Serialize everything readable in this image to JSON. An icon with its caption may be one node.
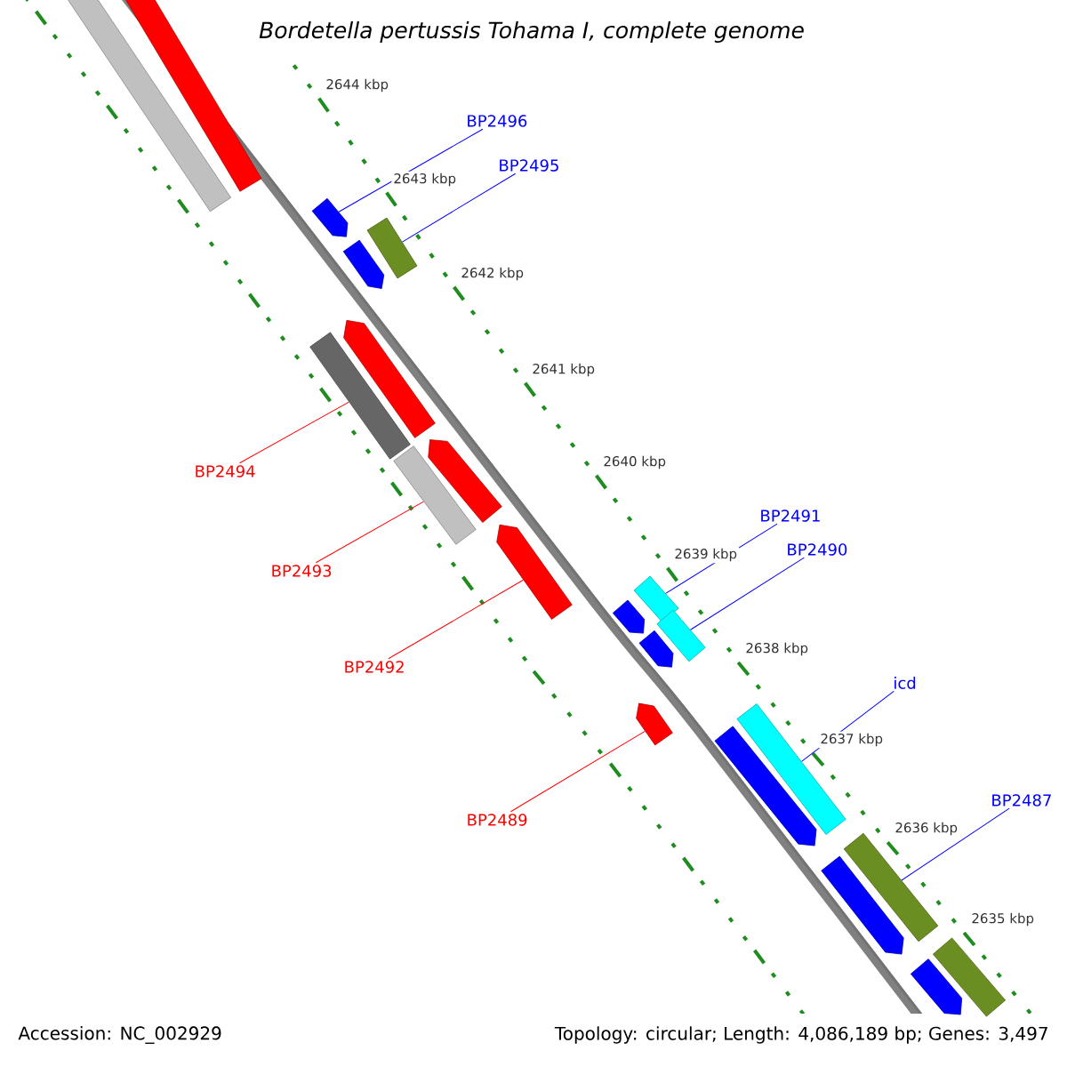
{
  "diagram": {
    "title": "Bordetella pertussis Tohama I, complete genome",
    "nodes": [
      {
        "text": [
          "BP2496"
        ]
      },
      {
        "text": [
          "BP2495"
        ]
      },
      {
        "text": [
          "BP2494"
        ]
      },
      {
        "text": [
          "BP2491"
        ]
      },
      {
        "text": [
          "BP2490"
        ]
      },
      {
        "text": [
          "BP2493"
        ]
      },
      {
        "text": [
          "BP2492"
        ]
      },
      {
        "text": [
          "icd"
        ]
      },
      {
        "text": [
          "BP2487"
        ]
      },
      {
        "text": [
          "BP2489"
        ]
      },
      {
        "text": [],
        "shape": "bar"
      },
      {
        "text": [],
        "shape": "bar"
      },
      {
        "text": [],
        "shape": "bar"
      },
      {
        "text": [],
        "shape": "bar"
      },
      {
        "text": [],
        "shape": "bar"
      },
      {
        "text": [],
        "shape": "bar"
      },
      {
        "text": [],
        "shape": "bar"
      },
      {
        "text": [],
        "shape": "bar"
      },
      {
        "text": [],
        "shape": "bar"
      },
      {
        "text": [],
        "shape": "bar"
      },
      {
        "text": [],
        "shape": "bar"
      },
      {
        "text": [],
        "shape": "bar"
      },
      {
        "text": [],
        "shape": "bar"
      },
      {
        "text": [],
        "shape": "bar"
      },
      {
        "text": [],
        "shape": "bar"
      },
      {
        "text": [],
        "shape": "bar"
      },
      {
        "text": [],
        "shape": "bar"
      },
      {
        "text": [],
        "shape": "bar"
      },
      {
        "text": [],
        "shape": "bar"
      },
      {
        "text": [],
        "shape": "bar"
      },
      {
        "text": [],
        "shape": "bar"
      }
    ],
    "edges": [
      {
        "from": 0,
        "to": 12,
        "arrow": "none"
      },
      {
        "from": 1,
        "to": 14,
        "arrow": "none"
      },
      {
        "from": 2,
        "to": 15,
        "arrow": "none",
        "color": "#ff0000"
      },
      {
        "from": 3,
        "to": 22,
        "arrow": "none"
      },
      {
        "from": 4,
        "to": 23,
        "arrow": "none"
      },
      {
        "from": 5,
        "to": 17,
        "arrow": "none",
        "color": "#ff0000"
      },
      {
        "from": 6,
        "to": 19,
        "arrow": "none",
        "color": "#ff0000"
      },
      {
        "from": 7,
        "to": 26,
        "arrow": "none"
      },
      {
        "from": 8,
        "to": 28,
        "arrow": "none"
      },
      {
        "from": 9,
        "to": 24,
        "arrow": "none",
        "color": "#ff0000"
      }
    ],
    "labels": [
      "2644 kbp",
      "2643 kbp",
      "2642 kbp",
      "2641 kbp",
      "2640 kbp",
      "2639 kbp",
      "2638 kbp",
      "2637 kbp",
      "2636 kbp",
      "2635 kbp",
      "Accession: NC_002929",
      "Topology: circular; Length: 4,086,189 bp; Genes: 3,497"
    ]
  }
}
